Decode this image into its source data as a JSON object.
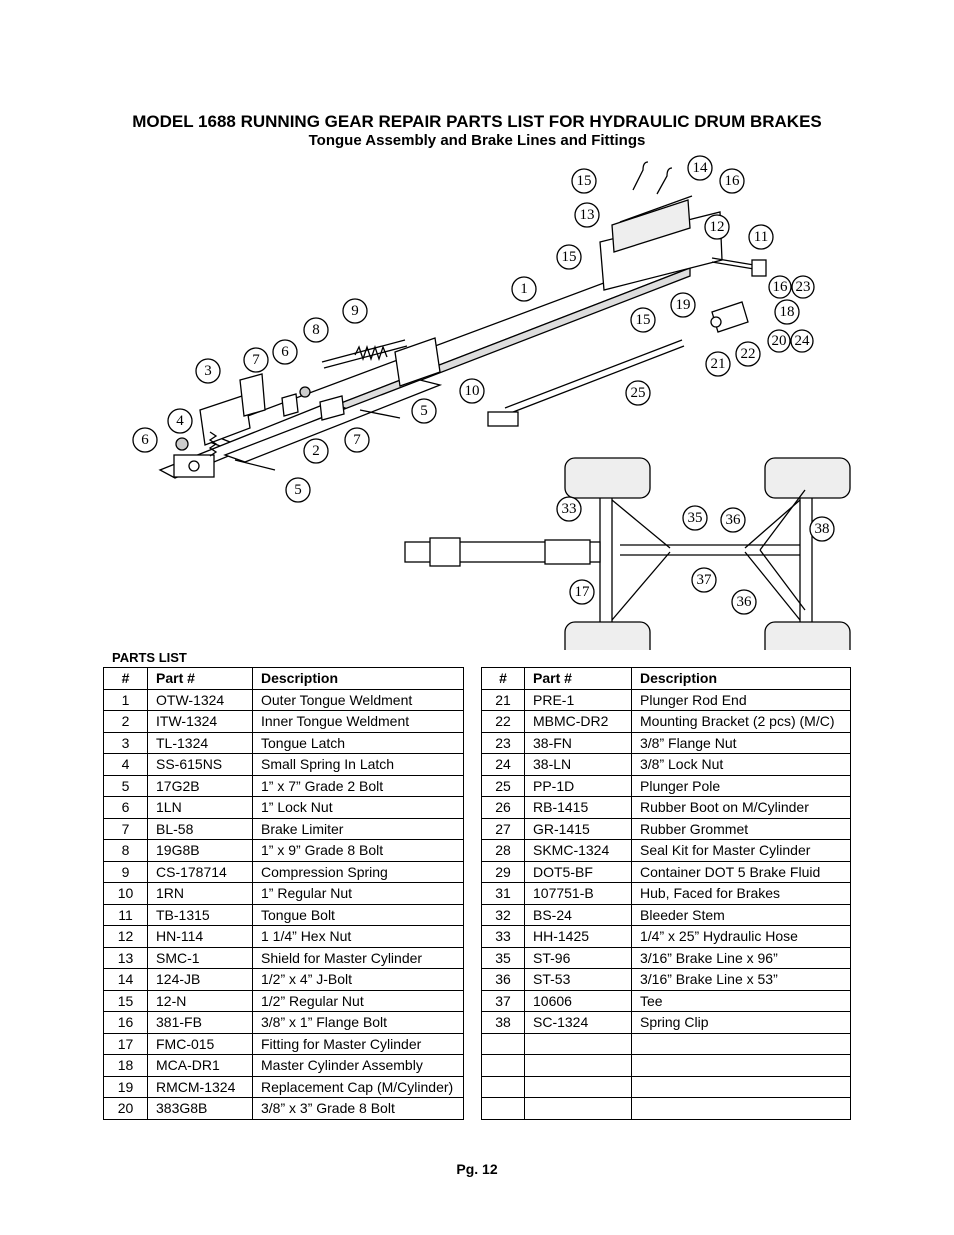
{
  "header": {
    "title": "MODEL 1688 RUNNING GEAR REPAIR PARTS LIST FOR HYDRAULIC DRUM BRAKES",
    "subtitle": "Tongue Assembly and Brake Lines and Fittings"
  },
  "diagram": {
    "callouts": [
      "1",
      "2",
      "3",
      "4",
      "5",
      "5",
      "6",
      "6",
      "7",
      "7",
      "8",
      "9",
      "10",
      "11",
      "12",
      "13",
      "14",
      "15",
      "15",
      "15",
      "16",
      "16",
      "17",
      "18",
      "19",
      "20",
      "21",
      "22",
      "23",
      "24",
      "25",
      "33",
      "35",
      "36",
      "36",
      "37",
      "38"
    ]
  },
  "parts_list": {
    "label": "PARTS LIST",
    "headers": [
      "#",
      "Part #",
      "Description"
    ],
    "left": [
      [
        "1",
        "OTW-1324",
        "Outer Tongue Weldment"
      ],
      [
        "2",
        "ITW-1324",
        "Inner Tongue Weldment"
      ],
      [
        "3",
        "TL-1324",
        "Tongue Latch"
      ],
      [
        "4",
        "SS-615NS",
        "Small Spring In Latch"
      ],
      [
        "5",
        "17G2B",
        "1” x 7” Grade 2 Bolt"
      ],
      [
        "6",
        "1LN",
        "1” Lock Nut"
      ],
      [
        "7",
        "BL-58",
        "Brake Limiter"
      ],
      [
        "8",
        "19G8B",
        "1” x 9” Grade 8 Bolt"
      ],
      [
        "9",
        "CS-178714",
        "Compression Spring"
      ],
      [
        "10",
        "1RN",
        "1” Regular Nut"
      ],
      [
        "11",
        "TB-1315",
        "Tongue Bolt"
      ],
      [
        "12",
        "HN-114",
        "1 1/4” Hex Nut"
      ],
      [
        "13",
        "SMC-1",
        "Shield for Master Cylinder"
      ],
      [
        "14",
        "124-JB",
        "1/2” x 4” J-Bolt"
      ],
      [
        "15",
        "12-N",
        "1/2” Regular Nut"
      ],
      [
        "16",
        "381-FB",
        "3/8” x 1” Flange Bolt"
      ],
      [
        "17",
        "FMC-015",
        "Fitting for Master Cylinder"
      ],
      [
        "18",
        "MCA-DR1",
        "Master Cylinder Assembly"
      ],
      [
        "19",
        "RMCM-1324",
        "Replacement Cap (M/Cylinder)"
      ],
      [
        "20",
        "383G8B",
        "3/8” x 3” Grade 8 Bolt"
      ]
    ],
    "right": [
      [
        "21",
        "PRE-1",
        "Plunger Rod End"
      ],
      [
        "22",
        "MBMC-DR2",
        "Mounting Bracket (2 pcs) (M/C)"
      ],
      [
        "23",
        "38-FN",
        "3/8” Flange Nut"
      ],
      [
        "24",
        "38-LN",
        "3/8” Lock Nut"
      ],
      [
        "25",
        "PP-1D",
        "Plunger Pole"
      ],
      [
        "26",
        "RB-1415",
        "Rubber Boot on M/Cylinder"
      ],
      [
        "27",
        "GR-1415",
        "Rubber Grommet"
      ],
      [
        "28",
        "SKMC-1324",
        "Seal Kit for Master Cylinder"
      ],
      [
        "29",
        "DOT5-BF",
        "Container DOT 5 Brake Fluid"
      ],
      [
        "31",
        "107751-B",
        "Hub, Faced for Brakes"
      ],
      [
        "32",
        "BS-24",
        "Bleeder Stem"
      ],
      [
        "33",
        "HH-1425",
        "1/4” x 25” Hydraulic Hose"
      ],
      [
        "35",
        "ST-96",
        "3/16” Brake Line x 96”"
      ],
      [
        "36",
        "ST-53",
        "3/16” Brake Line x 53”"
      ],
      [
        "37",
        "10606",
        "Tee"
      ],
      [
        "38",
        "SC-1324",
        "Spring Clip"
      ],
      [
        "",
        "",
        ""
      ],
      [
        "",
        "",
        ""
      ],
      [
        "",
        "",
        ""
      ],
      [
        "",
        "",
        ""
      ]
    ]
  },
  "footer": {
    "page": "Pg. 12"
  }
}
